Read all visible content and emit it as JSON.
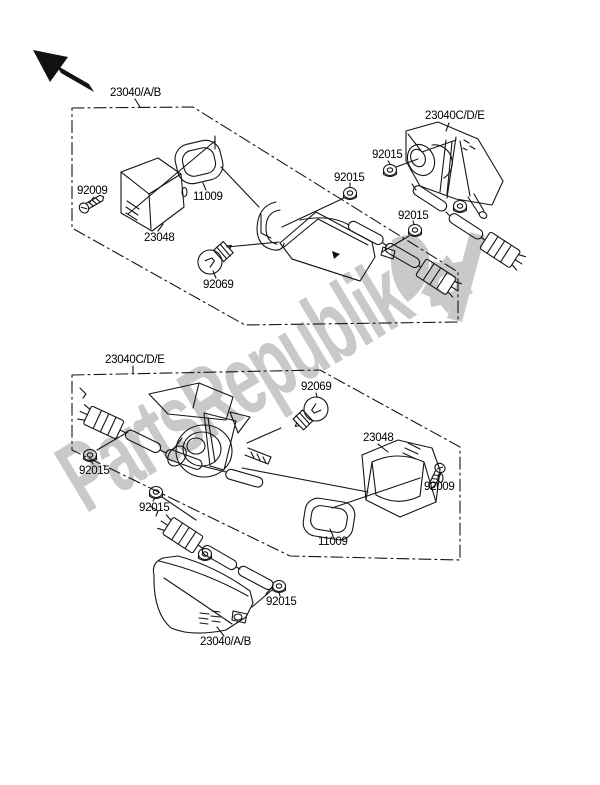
{
  "page": {
    "background": "#ffffff",
    "line_color": "#151515",
    "type": "exploded parts diagram - turn signals"
  },
  "watermark": {
    "text": "PartsRepublik",
    "color": "#c9c9c9"
  },
  "icons": {
    "orientation_arrow": "arrow-up-left",
    "logo": "gear-shield-watermark-logo"
  },
  "labels": [
    {
      "id": "upper-box-ref",
      "text": "23040/A/B"
    },
    {
      "id": "upper-right-ref",
      "text": "23040C/D/E"
    },
    {
      "id": "screw-upper",
      "text": "92009"
    },
    {
      "id": "gasket-upper",
      "text": "11009"
    },
    {
      "id": "lens-upper",
      "text": "23048"
    },
    {
      "id": "bulb-upper",
      "text": "92069"
    },
    {
      "id": "nut-1",
      "text": "92015"
    },
    {
      "id": "nut-2",
      "text": "92015"
    },
    {
      "id": "nut-3",
      "text": "92015"
    },
    {
      "id": "lower-box-ref",
      "text": "23040C/D/E"
    },
    {
      "id": "bulb-lower",
      "text": "92069"
    },
    {
      "id": "nut-4",
      "text": "92015"
    },
    {
      "id": "nut-5",
      "text": "92015"
    },
    {
      "id": "lens-lower",
      "text": "23048"
    },
    {
      "id": "screw-lower",
      "text": "92009"
    },
    {
      "id": "gasket-lower",
      "text": "11009"
    },
    {
      "id": "nut-6",
      "text": "92015"
    },
    {
      "id": "bottom-lamp-ref",
      "text": "23040/A/B"
    }
  ]
}
